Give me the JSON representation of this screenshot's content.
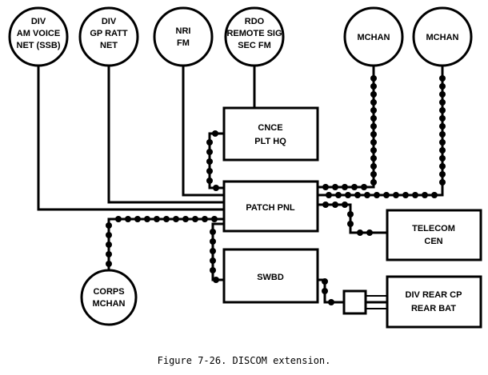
{
  "nodes": {
    "div_am_voice": [
      "DIV",
      "AM VOICE",
      "NET (SSB)"
    ],
    "div_gp_ratt": [
      "DIV",
      "GP RATT",
      "NET"
    ],
    "nri_fm": [
      "NRI",
      "FM"
    ],
    "rdo_remote": [
      "RDO",
      "REMOTE SIG",
      "SEC FM"
    ],
    "mchan_1": [
      "MCHAN"
    ],
    "mchan_2": [
      "MCHAN"
    ],
    "corps_mchan": [
      "CORPS",
      "MCHAN"
    ],
    "cnce": [
      "CNCE",
      "PLT HQ"
    ],
    "patch_pnl": [
      "PATCH PNL"
    ],
    "swbd": [
      "SWBD"
    ],
    "telecom": [
      "TELECOM",
      "CEN"
    ],
    "div_rear_cp": [
      "DIV REAR CP",
      "REAR BAT"
    ]
  },
  "caption": "Figure 7-26. DISCOM extension."
}
